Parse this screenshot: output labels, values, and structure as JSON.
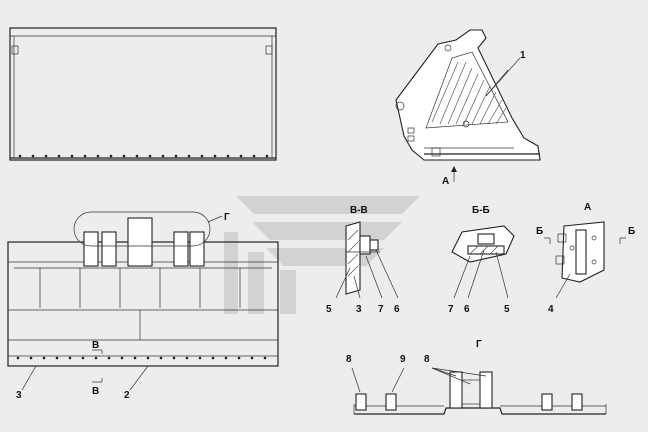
{
  "labels": {
    "callout_1": "1",
    "callout_2": "2",
    "callout_3": "3",
    "view_a_arrow": "А",
    "section_vv_title": "В-В",
    "section_bb_title": "Б-Б",
    "view_a_title": "А",
    "view_g_marker": "Г",
    "view_g_title": "Г",
    "section_b_marker_top": "В",
    "section_b_marker_bottom": "В",
    "cut_b_left": "Б",
    "cut_b_right": "Б",
    "vv_labels": [
      "5",
      "3",
      "7",
      "6"
    ],
    "bb_labels": [
      "7",
      "6",
      "5"
    ],
    "a_label": "4",
    "g_labels": [
      "8",
      "9",
      "8"
    ]
  },
  "colors": {
    "background": "#ededed",
    "line": "#222222",
    "watermark": "#c9c9c9"
  }
}
